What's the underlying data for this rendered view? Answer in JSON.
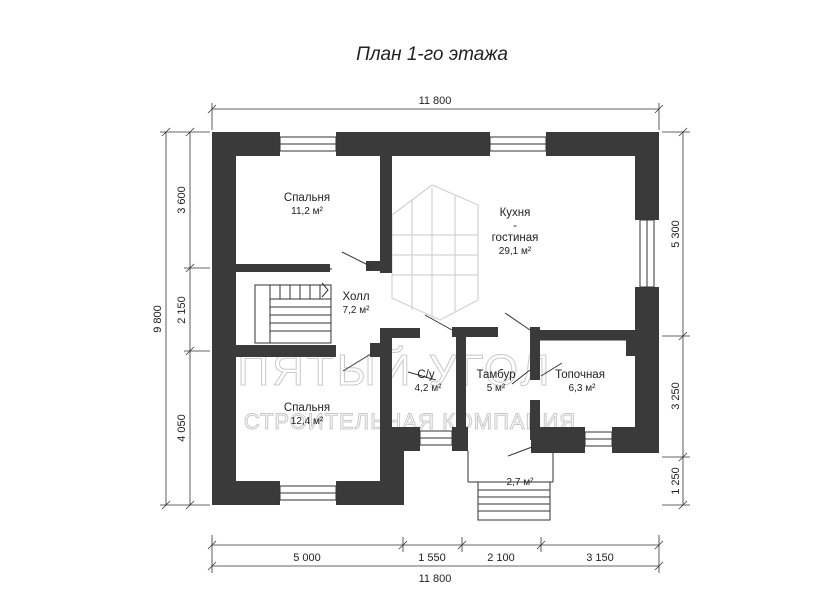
{
  "title": "План 1-го этажа",
  "rooms": [
    {
      "name": "Спальня",
      "area": "11,2 м²"
    },
    {
      "name": "Кухня",
      "name2": "-",
      "name3": "гостиная",
      "area": "29,1 м²"
    },
    {
      "name": "Холл",
      "area": "7,2 м²"
    },
    {
      "name": "С/у",
      "area": "4,2 м²"
    },
    {
      "name": "Тамбур",
      "area": "5 м²"
    },
    {
      "name": "Топочная",
      "area": "6,3 м²"
    },
    {
      "name": "Спальня",
      "area": "12,4 м²"
    },
    {
      "name": "",
      "area": "2,7 м²"
    }
  ],
  "dimensions": {
    "top_total": "11 800",
    "bottom_total": "11 800",
    "bottom_segments": [
      "5 000",
      "1 550",
      "2 100",
      "3 150"
    ],
    "left_total": "9 800",
    "left_segments": [
      "3 600",
      "2 150",
      "4 050"
    ],
    "right_segments": [
      "5 300",
      "3 250",
      "1 250"
    ]
  },
  "watermark": {
    "line1": "ПЯТЫЙ УГОЛ",
    "line2": "СТРОИТЕЛЬНАЯ КОМПАНИЯ"
  },
  "colors": {
    "wall": "#3a3a3a",
    "line": "#333333",
    "watermark": "#c9c9c9"
  }
}
